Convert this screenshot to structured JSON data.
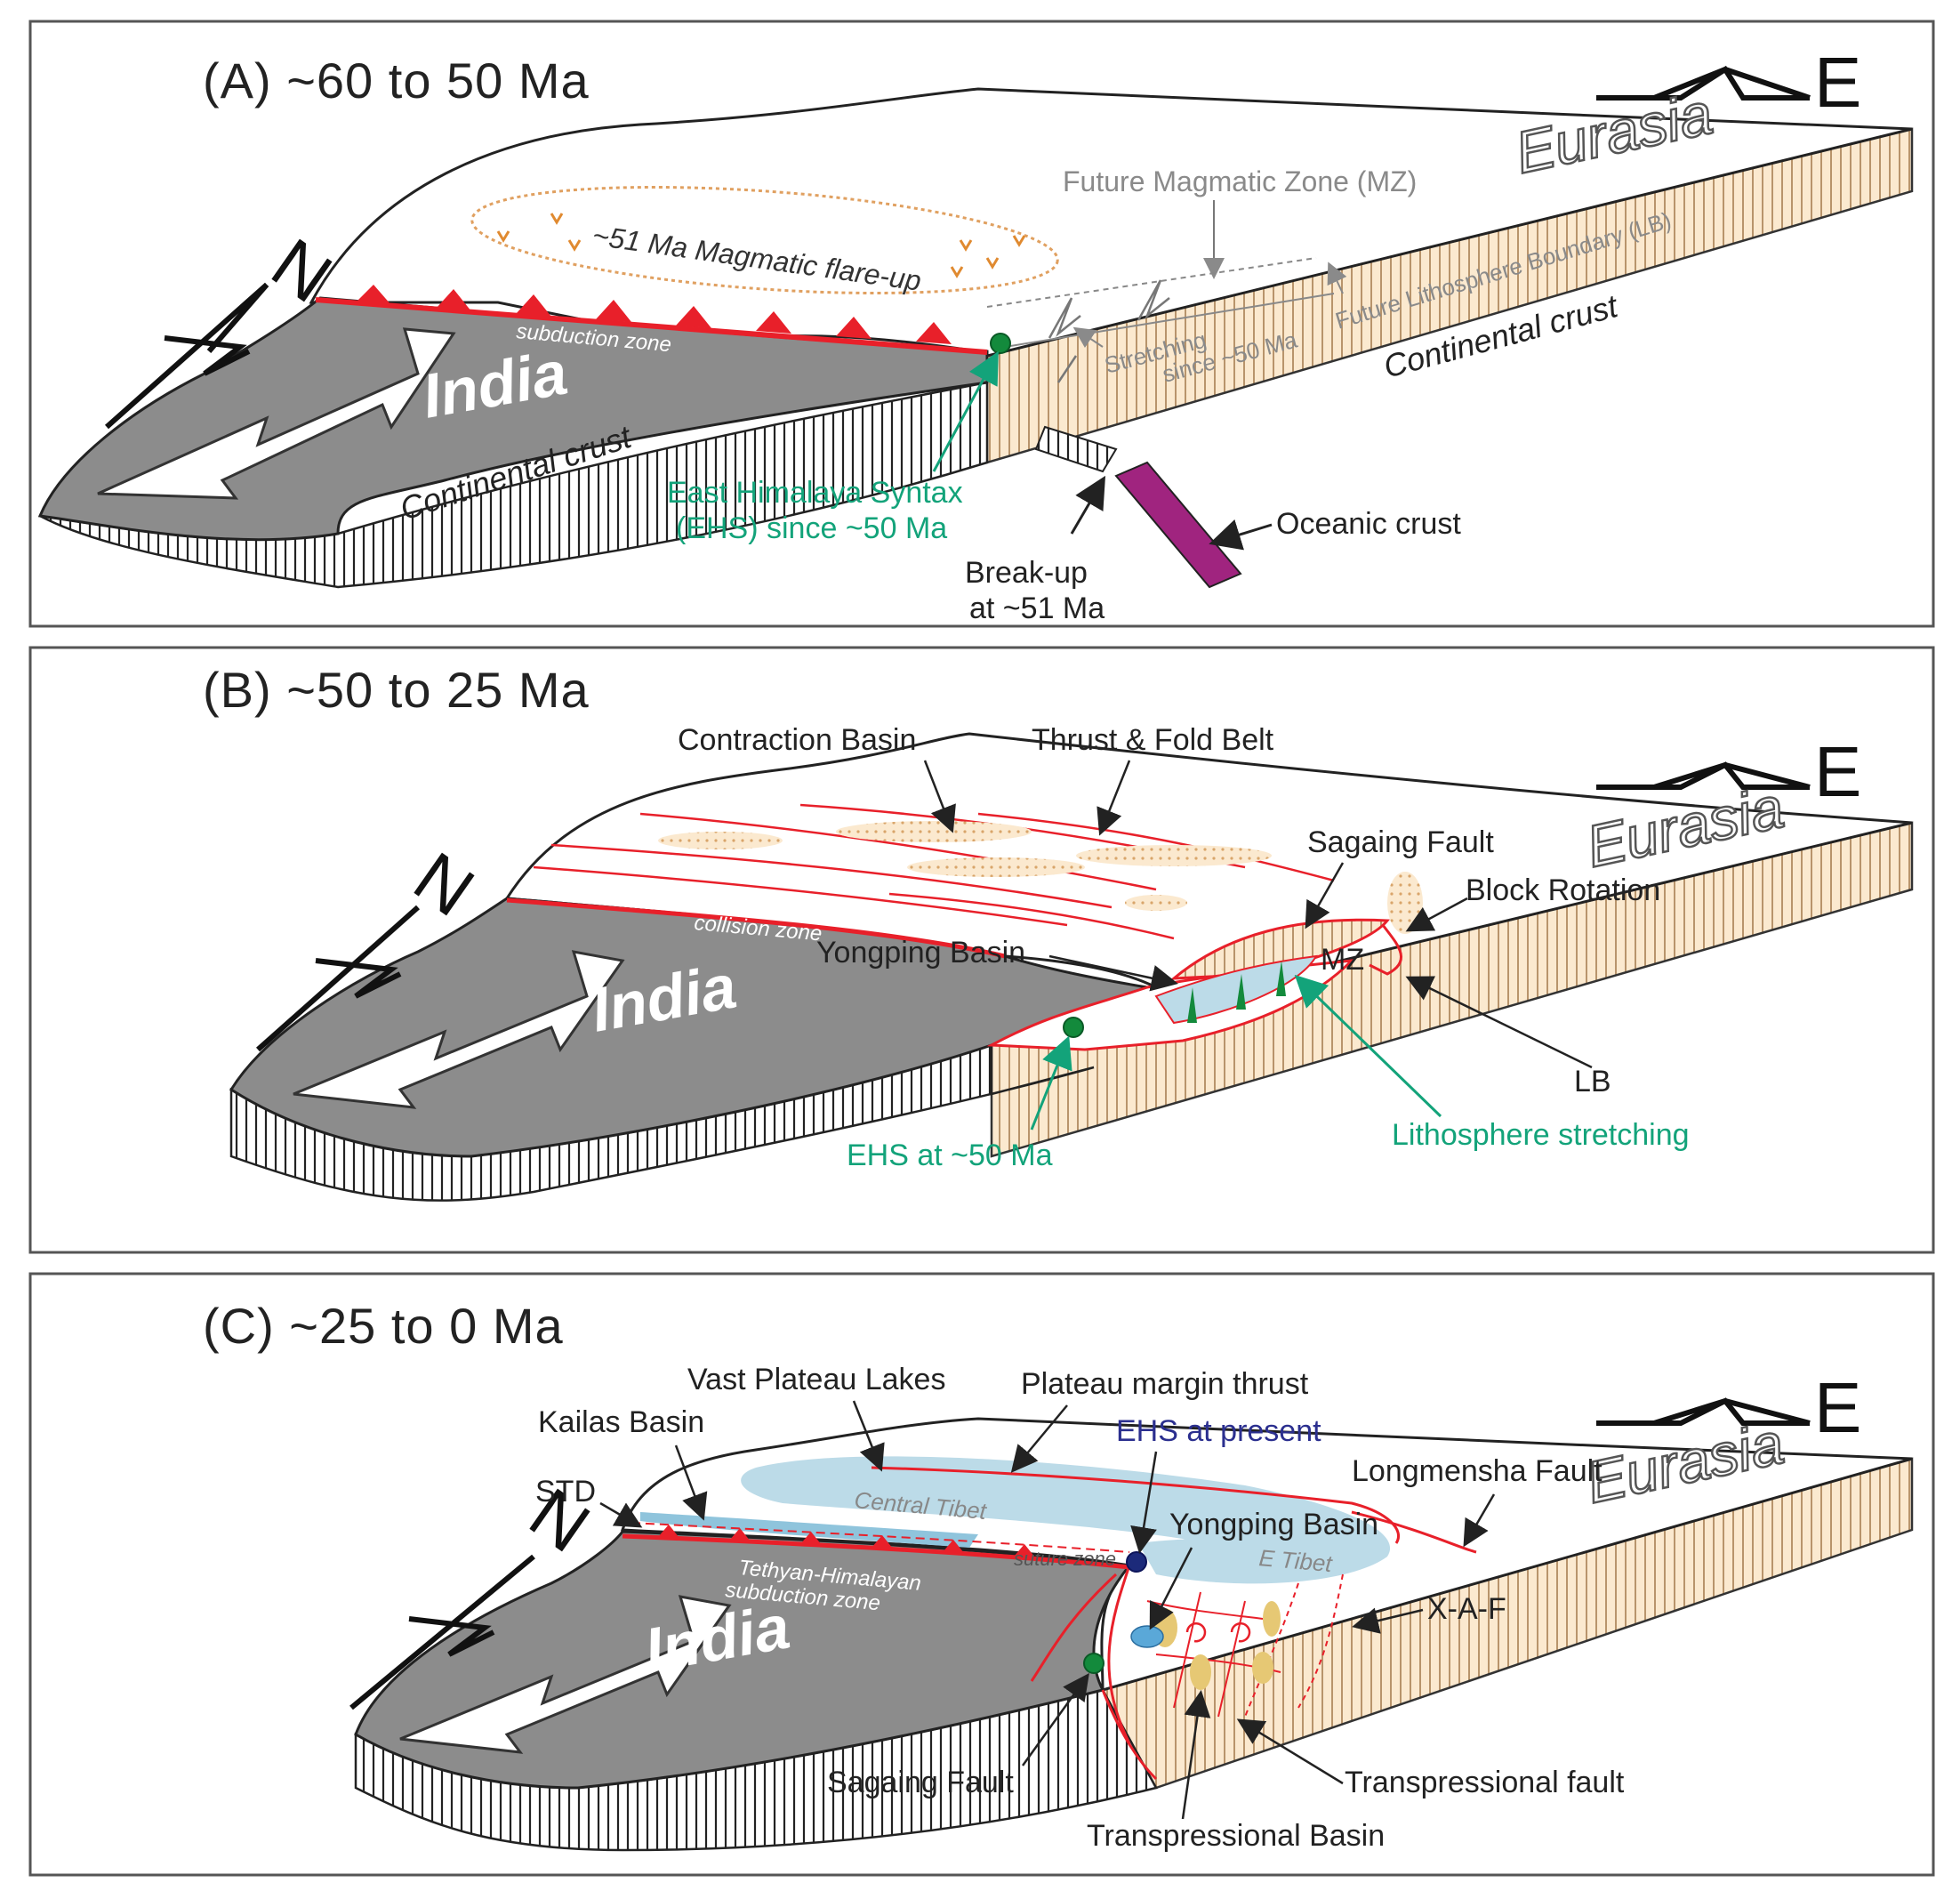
{
  "panels": [
    {
      "title": "(A) ~60 to 50 Ma",
      "compass_e": "E",
      "compass_n": "N",
      "plate_india": "India",
      "plate_eurasia": "Eurasia",
      "crust_india": "Continental crust",
      "crust_eurasia": "Continental crust",
      "zone": "subduction zone",
      "flare_up": "~51 Ma Magmatic flare-up",
      "future_mz": "Future Magmatic Zone (MZ)",
      "future_lb": "Future Lithosphere Boundary (LB)",
      "stretching_1": "Stretching",
      "stretching_2": "since ~50 Ma",
      "ehs_1": "East Himalaya Syntax",
      "ehs_2": "(EHS) since ~50 Ma",
      "breakup_1": "Break-up",
      "breakup_2": "at ~51 Ma",
      "oceanic": "Oceanic crust"
    },
    {
      "title": "(B) ~50 to 25 Ma",
      "compass_e": "E",
      "compass_n": "N",
      "plate_india": "India",
      "plate_eurasia": "Eurasia",
      "zone": "collision zone",
      "contraction": "Contraction Basin",
      "thrust_fold": "Thrust & Fold Belt",
      "sagaing": "Sagaing Fault",
      "block_rotation": "Block Rotation",
      "yongping": "Yongping Basin",
      "mz": "MZ",
      "lb": "LB",
      "ehs": "EHS at ~50 Ma",
      "litho_stretch": "Lithosphere stretching"
    },
    {
      "title": "(C) ~25 to 0 Ma",
      "compass_e": "E",
      "compass_n": "N",
      "plate_india": "India",
      "plate_eurasia": "Eurasia",
      "vast_lakes": "Vast Plateau Lakes",
      "margin_thrust": "Plateau margin thrust",
      "kailas": "Kailas Basin",
      "ehs_present": "EHS at present",
      "longmensha": "Longmensha Fault",
      "std": "STD",
      "central_tibet": "Central Tibet",
      "e_tibet": "E Tibet",
      "yongping": "Yongping Basin",
      "tethyan": "Tethyan-Himalayan",
      "subduction": "subduction zone",
      "suture": "suture zone",
      "xaf": "X-A-F",
      "sagaing": "Sagaing Fault",
      "transp_fault": "Transpressional fault",
      "transp_basin": "Transpressional Basin"
    }
  ],
  "colors": {
    "india_fill": "#8c8c8c",
    "eurasia_side": "#fbe9cf",
    "thrust_red": "#e8202a",
    "label_green": "#13a37a",
    "basin_blue": "#bcdbe8",
    "ehs_green_dot": "#138a3c",
    "ehs_blue_dot": "#1c2a7a",
    "oceanic_purple": "#a0247f",
    "flare_orange": "#e0a060"
  }
}
